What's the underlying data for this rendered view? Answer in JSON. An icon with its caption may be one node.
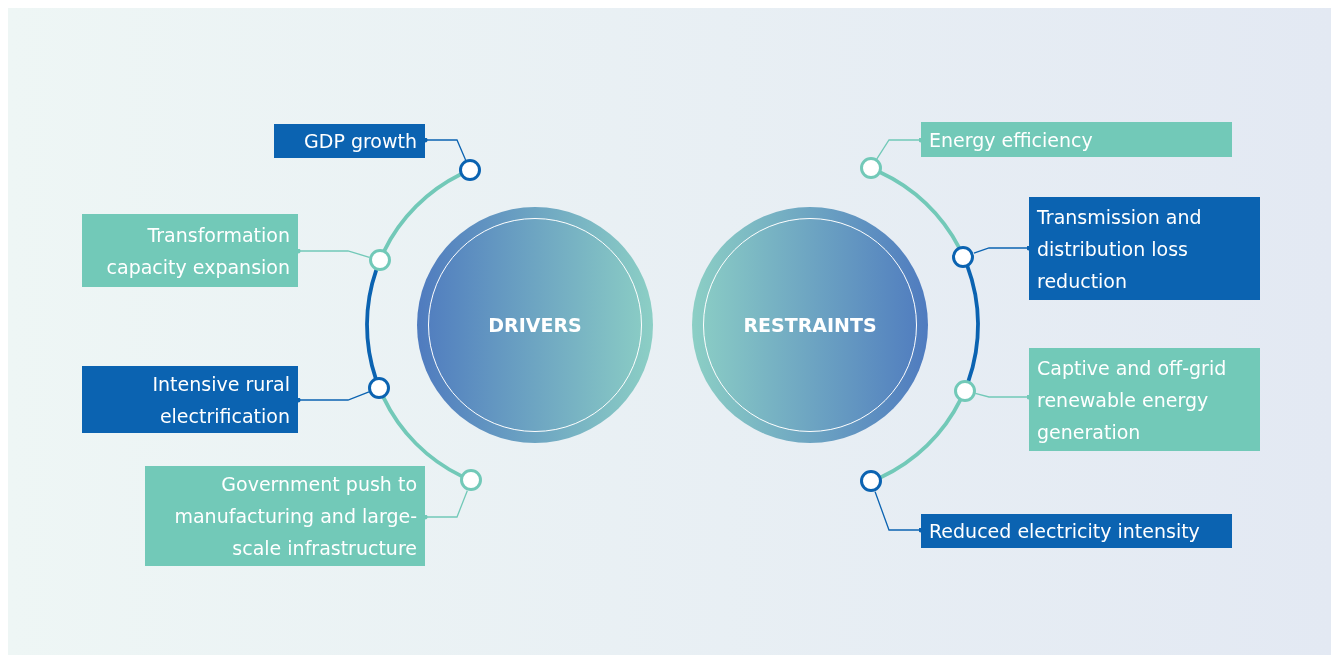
{
  "diagram": {
    "nodes": [
      {
        "text": [
          "DRIVERS"
        ]
      },
      {
        "text": [
          "GDP growth"
        ]
      },
      {
        "text": [
          "Transformation capacity expansion"
        ]
      },
      {
        "text": [
          "Intensive rural electrification"
        ]
      },
      {
        "text": [
          "Government push to manufacturing and large-scale infrastructure"
        ]
      },
      {
        "text": [],
        "shape": "circle"
      },
      {
        "text": [],
        "shape": "circle"
      },
      {
        "text": [],
        "shape": "circle"
      },
      {
        "text": [],
        "shape": "circle"
      },
      {
        "text": [
          "RESTRAINTS"
        ]
      },
      {
        "text": [
          "Energy efficiency"
        ]
      },
      {
        "text": [
          "Transmission and distribution loss reduction"
        ]
      },
      {
        "text": [
          "Captive and off-grid renewable energy generation"
        ]
      },
      {
        "text": [
          "Reduced electricity intensity"
        ]
      },
      {
        "text": [],
        "shape": "circle"
      },
      {
        "text": [],
        "shape": "circle"
      },
      {
        "text": [],
        "shape": "circle"
      },
      {
        "text": [],
        "shape": "circle"
      }
    ],
    "edges": [
      {
        "from": 1,
        "to": 5,
        "arrow": "other",
        "color": "#0b63b1"
      },
      {
        "from": 2,
        "to": 6,
        "arrow": "other"
      },
      {
        "from": 3,
        "to": 7,
        "arrow": "other",
        "color": "#0b63b1"
      },
      {
        "from": 4,
        "to": 8,
        "arrow": "other"
      },
      {
        "from": 10,
        "to": 14,
        "arrow": "other"
      },
      {
        "from": 11,
        "to": 15,
        "arrow": "other",
        "color": "#0b63b1"
      },
      {
        "from": 12,
        "to": 16,
        "arrow": "other"
      },
      {
        "from": 13,
        "to": 17,
        "arrow": "other",
        "color": "#0b63b1"
      },
      {
        "from": 5,
        "to": 6,
        "arrow": "none",
        "style": "thick"
      },
      {
        "from": 6,
        "to": 7,
        "arrow": "none",
        "style": "thick",
        "color": "#0b63b1"
      },
      {
        "from": 7,
        "to": 8,
        "arrow": "none",
        "style": "thick"
      },
      {
        "from": 14,
        "to": 15,
        "arrow": "none",
        "style": "thick"
      },
      {
        "from": 15,
        "to": 16,
        "arrow": "none",
        "style": "thick",
        "color": "#0b63b1"
      },
      {
        "from": 16,
        "to": 17,
        "arrow": "none",
        "style": "thick"
      }
    ]
  }
}
